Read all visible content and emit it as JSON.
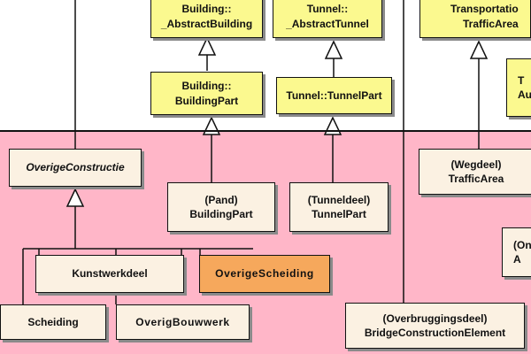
{
  "diagram": {
    "top_classes": {
      "building_abstract": [
        "Building::",
        "_AbstractBuilding"
      ],
      "tunnel_abstract": [
        "Tunnel::",
        "_AbstractTunnel"
      ],
      "transportation_area": [
        "Transportatio",
        "TrafficArea"
      ],
      "building_part": [
        "Building::",
        "BuildingPart"
      ],
      "tunnel_part": "Tunnel::TunnelPart",
      "clipped_right": [
        "T",
        "Au"
      ]
    },
    "bottom_classes": {
      "overige_constructie": "OverigeConstructie",
      "pand": [
        "(Pand)",
        "BuildingPart"
      ],
      "tunneldeel": [
        "(Tunneldeel)",
        "TunnelPart"
      ],
      "wegdeel": [
        "(Wegdeel)",
        "TrafficArea"
      ],
      "kunstwerkdeel": "Kunstwerkdeel",
      "overige_scheiding": "OverigeScheiding",
      "scheiding": "Scheiding",
      "overig_bouwwerk": "OverigBouwwerk",
      "overbruggingsdeel": [
        "(Overbruggingsdeel)",
        "BridgeConstructionElement"
      ],
      "clipped_right2": [
        "(On",
        "A"
      ]
    },
    "colors": {
      "package_top": "#ffffff",
      "package_bottom": "#ffb6c8",
      "external_class": "#fbf98f",
      "imbor_class": "#fbf1e2",
      "highlight_class": "#f6a85c"
    }
  }
}
